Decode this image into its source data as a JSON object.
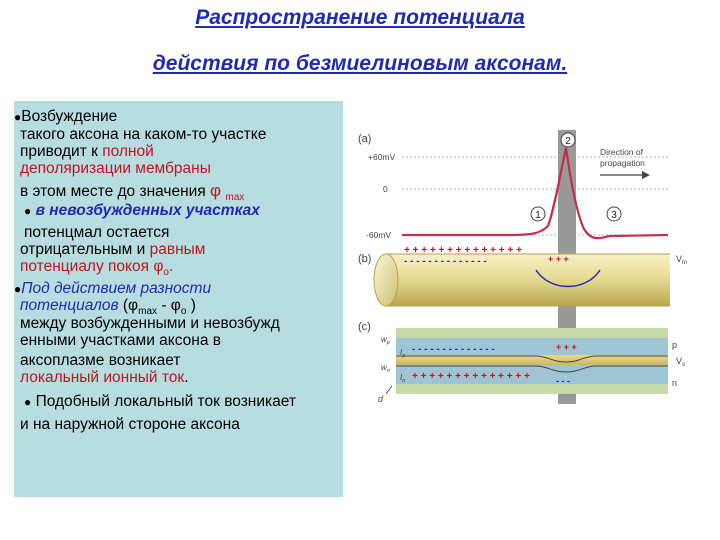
{
  "title": {
    "line1": "Распространение потенциала",
    "line2": "действия  по  безмиелиновым аксонам."
  },
  "text": {
    "p1_l1": "Возбуждение",
    "p1_l2": "такого  аксона  на  каком-то  участке",
    "p1_l3a": "приводит к ",
    "p1_l3b": "полной",
    "p1_l4": "деполяризации  мембраны",
    "p1_l5a": "в  этом месте до значения  ",
    "p1_l5b": "φ",
    "p1_l5c": "max",
    "p2_head": "в невозбужденных  участках",
    "p2_l1": "потенцмал  остается",
    "p2_l2a": "отрицательным и ",
    "p2_l2b": "равным",
    "p2_l3a": "потенциалу покоя φ",
    "p2_l3b": "о",
    "p2_l3c": ".",
    "p3_l1": "Под действием разности",
    "p3_l2a": "потенциалов",
    "p3_l2b": " (φ",
    "p3_l2c": "max",
    "p3_l2d": " - φ",
    "p3_l2e": "о",
    "p3_l2f": " )",
    "p3_l3": "между  возбужденными  и невозбужд",
    "p3_l4": "енными  участками  аксона  в",
    "p3_l5": "аксоплазме  возникает",
    "p3_l6a": "локальный ионный ток",
    "p3_l6b": ".",
    "p4_l1": "Подобный локальный ток возникает",
    "p4_l2": "и  на  наружной стороне  аксона"
  },
  "figure": {
    "label_a": "(a)",
    "label_b": "(b)",
    "label_c": "(c)",
    "y_top": "+60mV",
    "y_zero": "0",
    "y_bottom": "-60mV",
    "direction_l1": "Direction of",
    "direction_l2": "propagation",
    "mark_1": "1",
    "mark_2": "2",
    "mark_3": "3",
    "vm": "V",
    "vm_sub": "m",
    "wp": "w",
    "wp_sub": "p",
    "wn": "w",
    "wn_sub": "n",
    "ip": "I",
    "ip_sub": "p",
    "in": "I",
    "in_sub": "n",
    "vs": "V",
    "vs_sub": "s",
    "p_label": "p",
    "n_label": "n",
    "d_label": "d",
    "plus_row": "+ + + + + + + + + + + + + +",
    "minus_row": "- - - - - - - - - - - - - -",
    "plus_short": "+ + +",
    "minus_short": "- - -"
  },
  "colors": {
    "title": "#1f2bb0",
    "panel": "#b7dde0",
    "accent_red": "#c0141e",
    "trace": "#c0304a",
    "bar": "#8e8e8e"
  }
}
